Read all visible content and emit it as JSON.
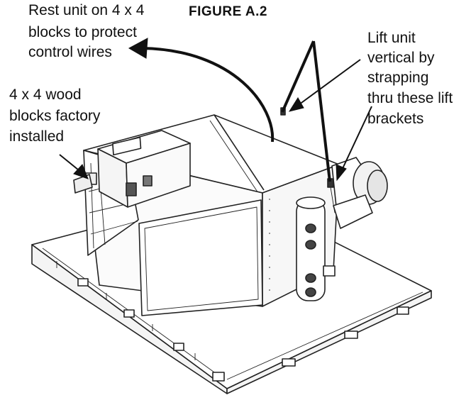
{
  "figure": {
    "title": "FIGURE A.2"
  },
  "callouts": {
    "rest_unit": [
      "Rest unit on 4 x 4",
      "blocks to protect",
      "control wires"
    ],
    "wood_blocks": [
      "4 x 4 wood",
      "blocks factory",
      "installed"
    ],
    "lift_unit": [
      "Lift unit",
      "vertical by",
      "strapping",
      "thru these lift",
      "brackets"
    ]
  }
}
